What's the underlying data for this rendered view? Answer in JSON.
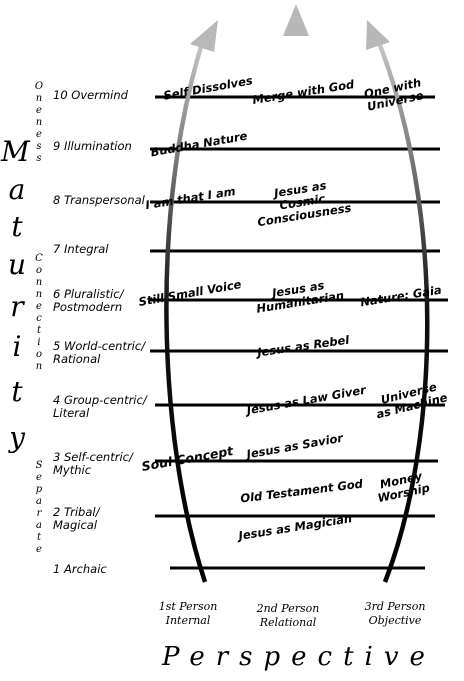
{
  "levels": [
    "10 Overmind",
    "9 Illumination",
    "8 Transpersonal",
    "7 Integral",
    "6 Pluralistic/\nPostmodern",
    "5 World-centric/\nRational",
    "4 Group-centric/\nLiteral",
    "3 Self-centric/\nMythic",
    "2 Tribal/\nMagical",
    "1 Archaic"
  ],
  "maturity": [
    "M",
    "a",
    "t",
    "u",
    "r",
    "i",
    "t",
    "y"
  ],
  "side_labels": {
    "oneness": [
      "O",
      "n",
      "e",
      "n",
      "e",
      "s",
      "s"
    ],
    "connection": [
      "C",
      "o",
      "n",
      "n",
      "e",
      "c",
      "t",
      "i",
      "o",
      "n"
    ],
    "separate": [
      "S",
      "e",
      "p",
      "a",
      "r",
      "a",
      "t",
      "e"
    ]
  },
  "columns": {
    "first": [
      "1st Person",
      "Internal"
    ],
    "second": [
      "2nd Person",
      "Relational"
    ],
    "third": [
      "3rd Person",
      "Objective"
    ]
  },
  "perspective": "Perspective",
  "cells": {
    "self_dissolves": "Self Dissolves",
    "merge_with_god": "Merge with God",
    "one_with_universe": "One with\nUniverse",
    "buddha_nature": "Buddha Nature",
    "i_am_that_i_am": "I am that I am",
    "jesus_cosmic": "Jesus as\nCosmic\nConsciousness",
    "still_small_voice": "Still Small Voice",
    "jesus_humanitarian": "Jesus as\nHumanitarian",
    "nature_gaia": "Nature: Gaia",
    "jesus_rebel": "Jesus as Rebel",
    "jesus_law_giver": "Jesus as Law Giver",
    "universe_machine": "Universe\nas Machine",
    "soul_concept": "Soul Concept",
    "jesus_savior": "Jesus as Savior",
    "old_testament_god": "Old Testament God",
    "money_worship": "Money\nWorship",
    "jesus_magician": "Jesus as Magician"
  },
  "colors": {
    "ink": "#000000",
    "arrow_fade": "#9a9a9a"
  }
}
